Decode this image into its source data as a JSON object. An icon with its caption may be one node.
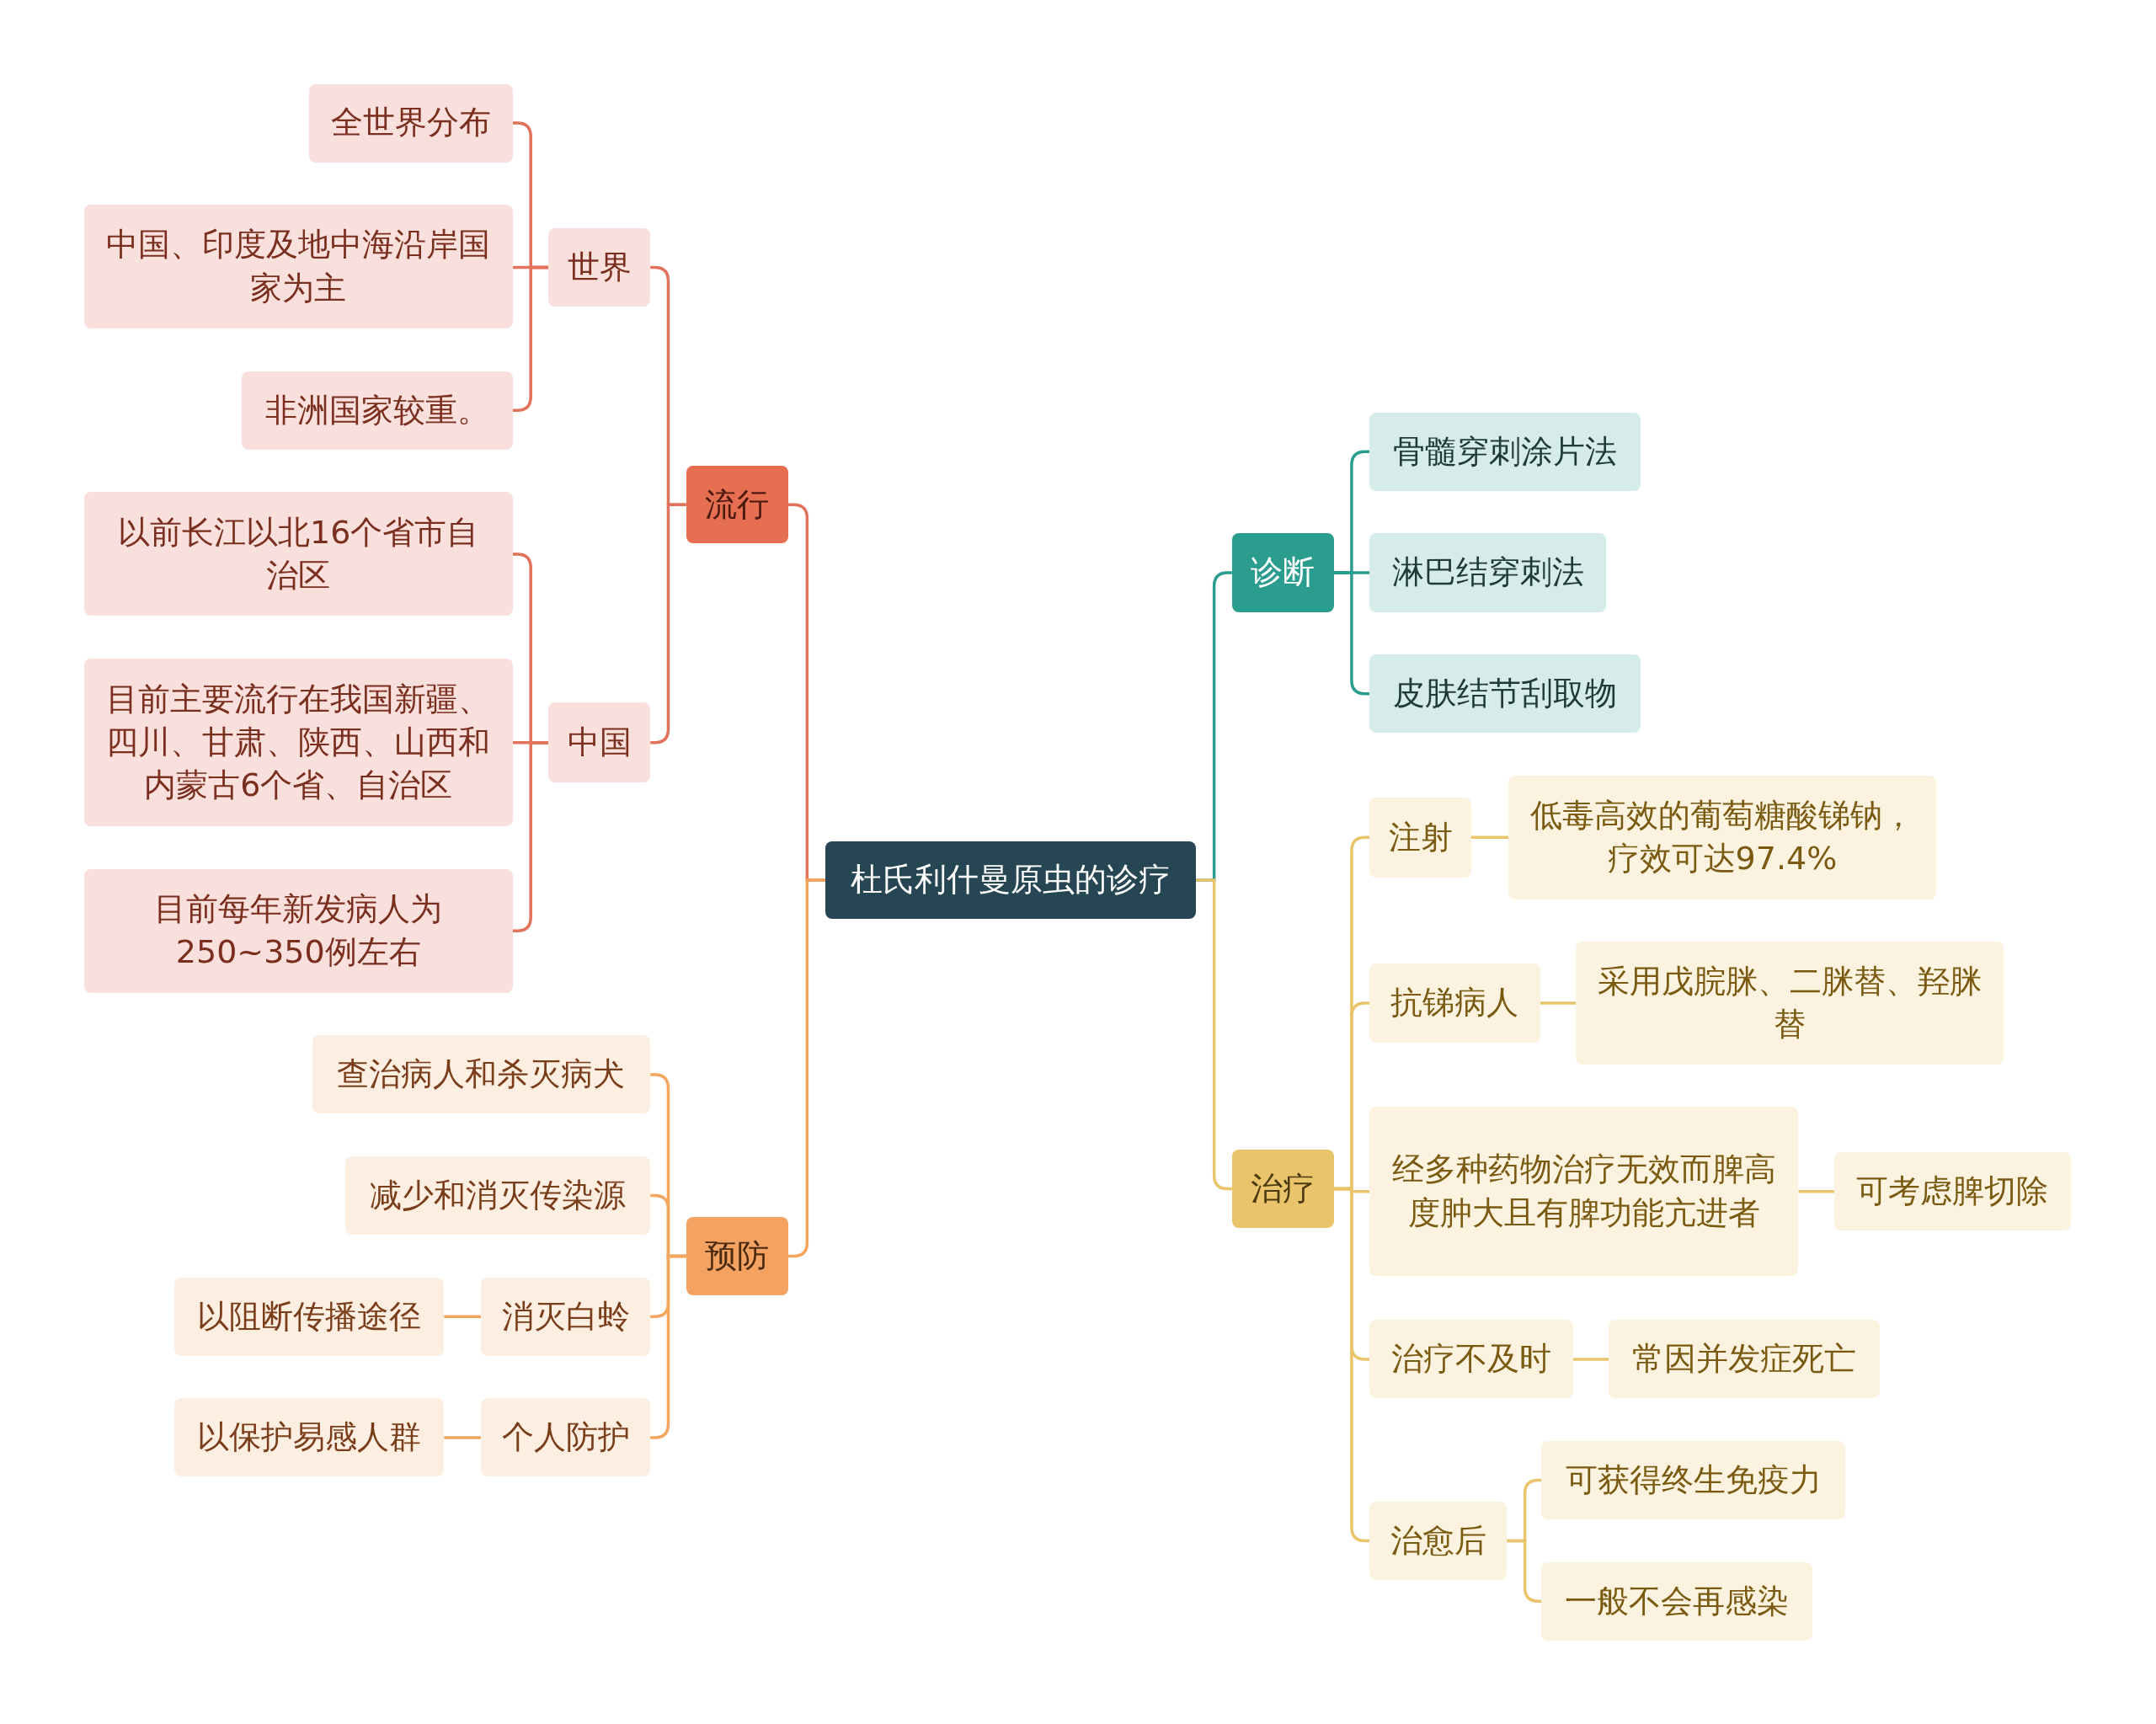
{
  "diagram": {
    "nodes": [
      {
        "text": [
          "杜氏利什曼原虫的诊疗"
        ]
      },
      {
        "text": [
          "流行"
        ]
      },
      {
        "text": [
          "世界"
        ]
      },
      {
        "text": [
          "全世界分布"
        ]
      },
      {
        "text": [
          "中国、印度及地中海沿岸国家为主"
        ]
      },
      {
        "text": [
          "非洲国家较重。"
        ]
      },
      {
        "text": [
          "中国"
        ]
      },
      {
        "text": [
          "以前长江以北16个省市自治区"
        ]
      },
      {
        "text": [
          "目前主要流行在我国新疆、四川、甘肃、陕西、山西和内蒙古6个省、自治区"
        ]
      },
      {
        "text": [
          "目前每年新发病人为250~350例左右"
        ]
      },
      {
        "text": [
          "预防"
        ]
      },
      {
        "text": [
          "查治病人和杀灭病犬"
        ]
      },
      {
        "text": [
          "减少和消灭传染源"
        ]
      },
      {
        "text": [
          "消灭白蛉"
        ]
      },
      {
        "text": [
          "以阻断传播途径"
        ]
      },
      {
        "text": [
          "个人防护"
        ]
      },
      {
        "text": [
          "以保护易感人群"
        ]
      },
      {
        "text": [
          "诊断"
        ]
      },
      {
        "text": [
          "骨髓穿刺涂片法"
        ]
      },
      {
        "text": [
          "淋巴结穿刺法"
        ]
      },
      {
        "text": [
          "皮肤结节刮取物"
        ]
      },
      {
        "text": [
          "治疗"
        ]
      },
      {
        "text": [
          "注射"
        ]
      },
      {
        "text": [
          "低毒高效的葡萄糖酸锑钠，疗效可达97.4%"
        ]
      },
      {
        "text": [
          "抗锑病人"
        ]
      },
      {
        "text": [
          "采用戊脘脒、二脒替、羟脒替"
        ]
      },
      {
        "text": [
          "经多种药物治疗无效而脾高度肿大且有脾功能亢进者"
        ]
      },
      {
        "text": [
          "可考虑脾切除"
        ]
      },
      {
        "text": [
          "治疗不及时"
        ]
      },
      {
        "text": [
          "常因并发症死亡"
        ]
      },
      {
        "text": [
          "治愈后"
        ]
      },
      {
        "text": [
          "可获得终生免疫力"
        ]
      },
      {
        "text": [
          "一般不会再感染"
        ]
      }
    ],
    "edges": [
      {
        "from": 0,
        "to": 1,
        "arrow": "none",
        "color": "#e2725b"
      },
      {
        "from": 1,
        "to": 2,
        "arrow": "none",
        "color": "#e2725b"
      },
      {
        "from": 2,
        "to": 3,
        "arrow": "none",
        "color": "#e2725b"
      },
      {
        "from": 2,
        "to": 4,
        "arrow": "none",
        "color": "#e2725b"
      },
      {
        "from": 2,
        "to": 5,
        "arrow": "none",
        "color": "#e2725b"
      },
      {
        "from": 1,
        "to": 6,
        "arrow": "none",
        "color": "#e2725b"
      },
      {
        "from": 6,
        "to": 7,
        "arrow": "none",
        "color": "#e2725b"
      },
      {
        "from": 6,
        "to": 8,
        "arrow": "none",
        "color": "#e2725b"
      },
      {
        "from": 6,
        "to": 9,
        "arrow": "none",
        "color": "#e2725b"
      },
      {
        "from": 0,
        "to": 10,
        "arrow": "none",
        "color": "#f2a65e"
      },
      {
        "from": 10,
        "to": 11,
        "arrow": "none",
        "color": "#f2a65e"
      },
      {
        "from": 10,
        "to": 12,
        "arrow": "none",
        "color": "#f2a65e"
      },
      {
        "from": 10,
        "to": 13,
        "arrow": "none",
        "color": "#f2a65e"
      },
      {
        "from": 13,
        "to": 14,
        "arrow": "none",
        "color": "#f2a65e"
      },
      {
        "from": 10,
        "to": 15,
        "arrow": "none",
        "color": "#f2a65e"
      },
      {
        "from": 15,
        "to": 16,
        "arrow": "none",
        "color": "#f2a65e"
      },
      {
        "from": 0,
        "to": 17,
        "arrow": "none",
        "color": "#2a9d8f"
      },
      {
        "from": 17,
        "to": 18,
        "arrow": "none",
        "color": "#2a9d8f"
      },
      {
        "from": 17,
        "to": 19,
        "arrow": "none",
        "color": "#2a9d8f"
      },
      {
        "from": 17,
        "to": 20,
        "arrow": "none",
        "color": "#2a9d8f"
      },
      {
        "from": 0,
        "to": 21,
        "arrow": "none",
        "color": "#e9c46a"
      },
      {
        "from": 21,
        "to": 22,
        "arrow": "none",
        "color": "#e9c46a"
      },
      {
        "from": 22,
        "to": 23,
        "arrow": "none",
        "color": "#e9c46a"
      },
      {
        "from": 21,
        "to": 24,
        "arrow": "none",
        "color": "#e9c46a"
      },
      {
        "from": 24,
        "to": 25,
        "arrow": "none",
        "color": "#e9c46a"
      },
      {
        "from": 21,
        "to": 26,
        "arrow": "none",
        "color": "#e9c46a"
      },
      {
        "from": 26,
        "to": 27,
        "arrow": "none",
        "color": "#e9c46a"
      },
      {
        "from": 21,
        "to": 28,
        "arrow": "none",
        "color": "#e9c46a"
      },
      {
        "from": 28,
        "to": 29,
        "arrow": "none",
        "color": "#e9c46a"
      },
      {
        "from": 21,
        "to": 30,
        "arrow": "none",
        "color": "#e9c46a"
      },
      {
        "from": 30,
        "to": 31,
        "arrow": "none",
        "color": "#e9c46a"
      },
      {
        "from": 30,
        "to": 32,
        "arrow": "none",
        "color": "#e9c46a"
      }
    ]
  }
}
